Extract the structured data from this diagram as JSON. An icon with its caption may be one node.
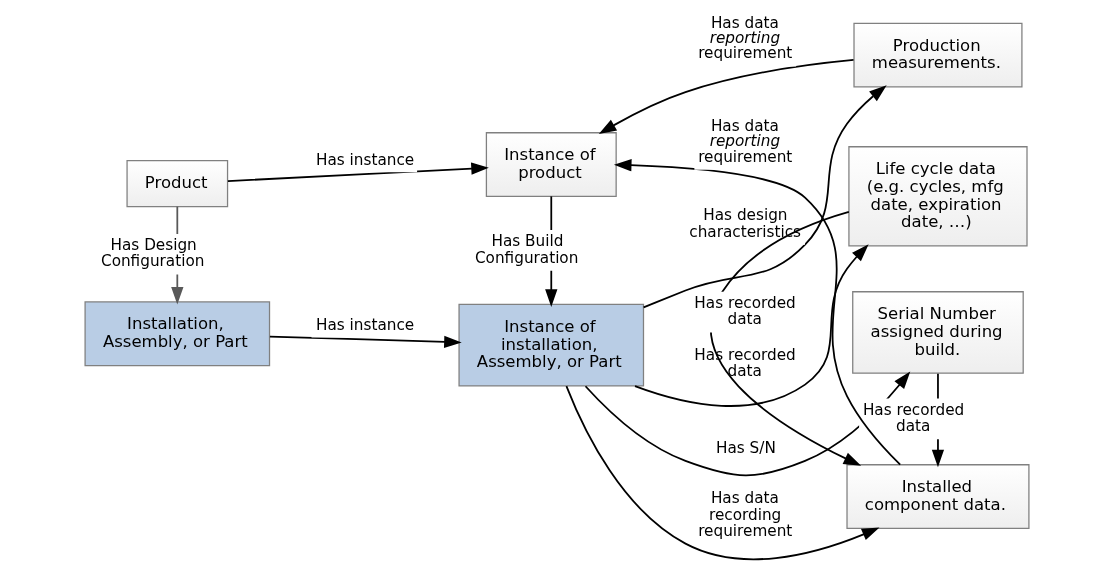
{
  "diagram": {
    "nodes": [
      {
        "text": [
          "Product"
        ]
      },
      {
        "text": [
          "Instance of product"
        ]
      },
      {
        "text": [
          "Production measurements."
        ]
      },
      {
        "text": [
          "Installation, Assembly, or Part"
        ]
      },
      {
        "text": [
          "Instance of installation, Assembly, or Part"
        ]
      },
      {
        "text": [
          "Life cycle data (e.g. cycles, mfg date, expiration date, …)"
        ]
      },
      {
        "text": [
          "Serial Number assigned during build."
        ]
      },
      {
        "text": [
          "Installed component data."
        ]
      }
    ],
    "edges": [
      {
        "from": 0,
        "to": 1,
        "arrow": "to",
        "label": "Has instance"
      },
      {
        "from": 0,
        "to": 3,
        "arrow": "to",
        "label": "Has Design Configuration",
        "color": "#595959"
      },
      {
        "from": 1,
        "to": 4,
        "arrow": "to",
        "label": "Has Build Configuration"
      },
      {
        "from": 3,
        "to": 4,
        "arrow": "to",
        "label": "Has instance"
      },
      {
        "from": 2,
        "to": 1,
        "arrow": "to",
        "label": "Has data *reporting* requirement"
      },
      {
        "from": 4,
        "to": 2,
        "arrow": "to",
        "label": "Has design characteristics"
      },
      {
        "from": 4,
        "to": 5,
        "arrow": "to",
        "label": "Has recorded data"
      },
      {
        "from": 4,
        "to": 6,
        "arrow": "to",
        "label": "Has S/N"
      },
      {
        "from": 7,
        "to": 1,
        "arrow": "to",
        "label": "Has data *reporting* requirement"
      },
      {
        "from": 4,
        "to": 7,
        "arrow": "to",
        "label": "Has data recording requirement"
      },
      {
        "from": 6,
        "to": 7,
        "arrow": "to",
        "label": "Has recorded data"
      },
      {
        "from": 5,
        "to": 7,
        "arrow": "to",
        "label": "Has recorded data"
      }
    ]
  }
}
